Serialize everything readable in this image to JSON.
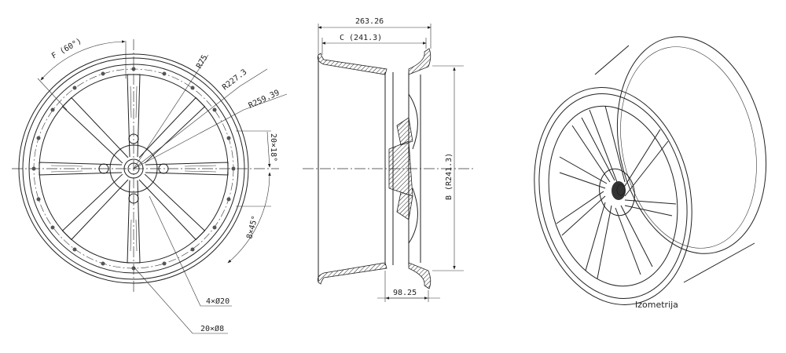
{
  "drawing": {
    "front_view": {
      "angle_label": "F (60°)",
      "radius_hub": "R75",
      "radius_inner": "R227.3",
      "radius_outer": "R259.39",
      "angular_spacing": "20×18°",
      "spoke_angle": "8×45°",
      "bolt_holes": "4×Ø20",
      "rim_holes": "20×Ø8"
    },
    "side_view": {
      "overall_width": "263.26",
      "rim_width": "C (241.3)",
      "diameter": "B (R241.3)",
      "offset": "98.25"
    },
    "isometric_view": {
      "caption": "Izometrija"
    }
  }
}
